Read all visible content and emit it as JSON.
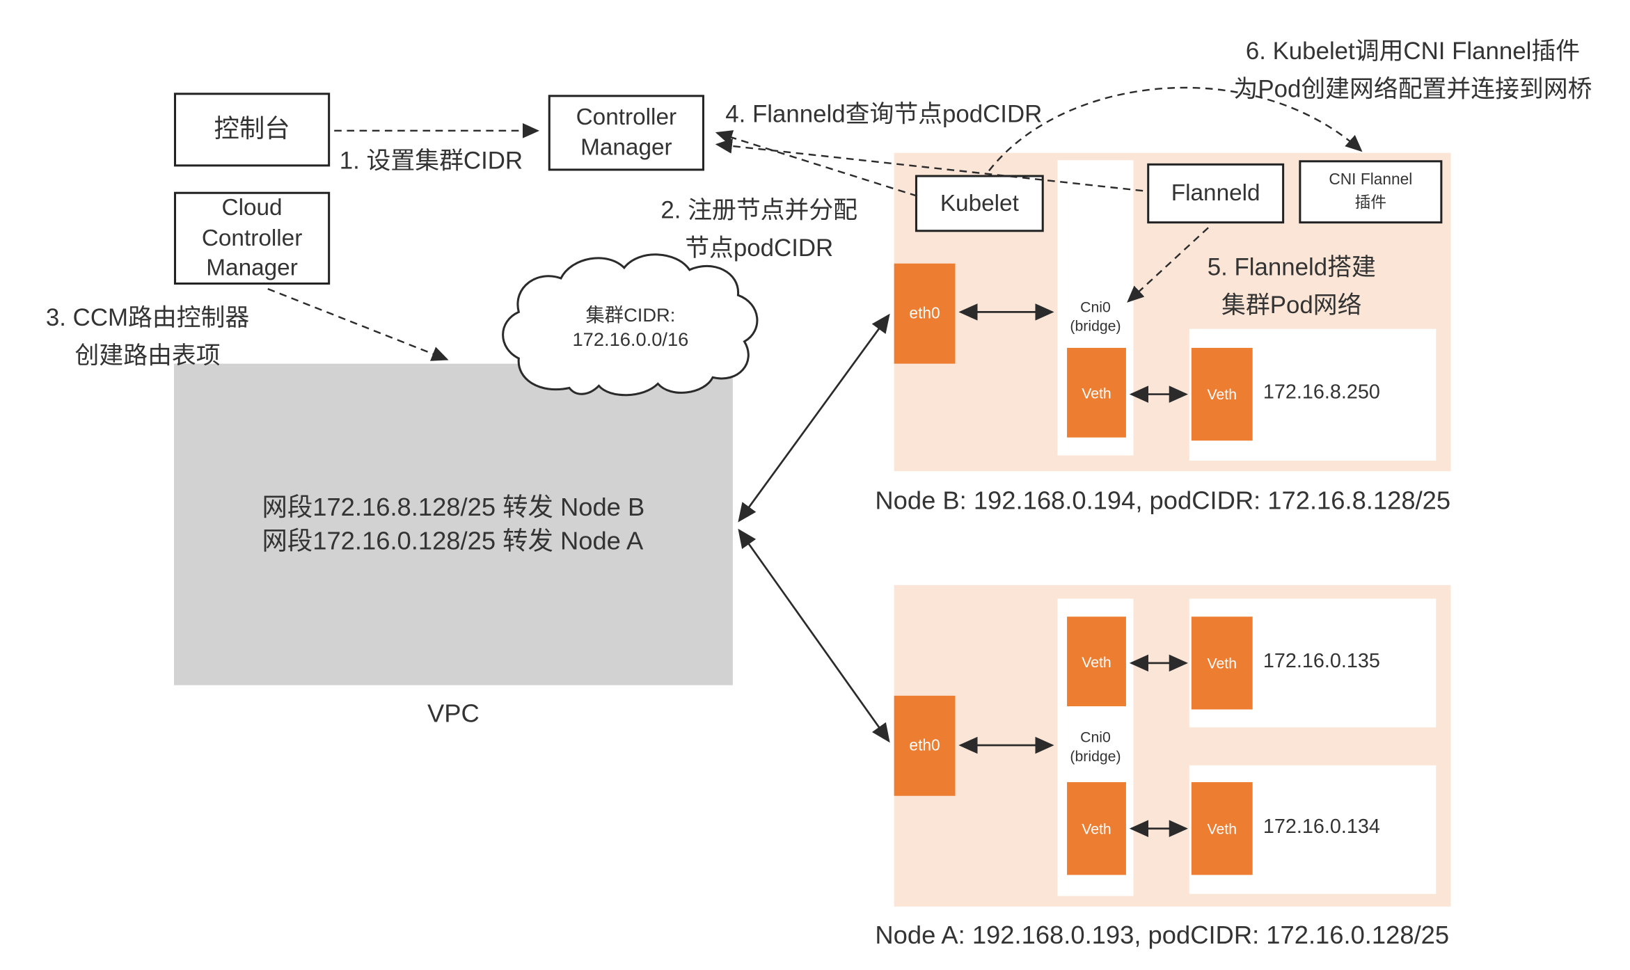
{
  "colors": {
    "orange": "#ED7D31",
    "node_bg": "#FBE5D6",
    "vpc_gray": "#D2D2D2",
    "text": "#333333"
  },
  "boxes": {
    "console": {
      "label": "控制台"
    },
    "controller_manager": {
      "label": "Controller\nManager"
    },
    "cloud_controller_manager": {
      "label": "Cloud\nController\nManager"
    },
    "kubelet": {
      "label": "Kubelet"
    },
    "flanneld": {
      "label": "Flanneld"
    },
    "cni_flannel": {
      "label": "CNI Flannel\n插件"
    }
  },
  "annotations": {
    "step1": "1. 设置集群CIDR",
    "step2": "2. 注册节点并分配\n节点podCIDR",
    "step3": "3. CCM路由控制器\n创建路由表项",
    "step4": "4. Flanneld查询节点podCIDR",
    "step5": "5. Flanneld搭建\n集群Pod网络",
    "step6": "6. Kubelet调用CNI Flannel插件\n为Pod创建网络配置并连接到网桥"
  },
  "cloud": {
    "label": "集群CIDR:\n172.16.0.0/16"
  },
  "vpc": {
    "routes": "网段172.16.8.128/25 转发 Node B\n网段172.16.0.128/25 转发 Node A",
    "label": "VPC"
  },
  "node_b": {
    "caption": "Node B: 192.168.0.194, podCIDR: 172.16.8.128/25",
    "eth0": "eth0",
    "cni0": "Cni0\n(bridge)",
    "bridge_veth": "Veth",
    "pod": {
      "veth": "Veth",
      "ip": "172.16.8.250"
    }
  },
  "node_a": {
    "caption": "Node A: 192.168.0.193, podCIDR: 172.16.0.128/25",
    "eth0": "eth0",
    "cni0": "Cni0\n(bridge)",
    "bridge_veth_top": "Veth",
    "bridge_veth_bottom": "Veth",
    "pod1": {
      "veth": "Veth",
      "ip": "172.16.0.135"
    },
    "pod2": {
      "veth": "Veth",
      "ip": "172.16.0.134"
    }
  }
}
